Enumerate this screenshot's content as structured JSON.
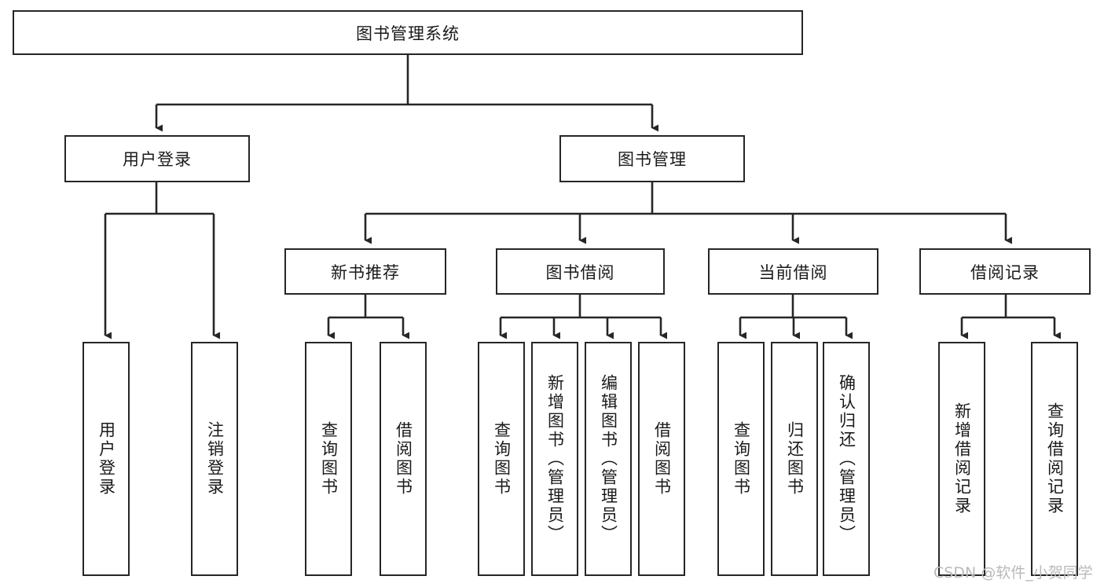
{
  "diagram": {
    "type": "tree-hierarchy-diagram",
    "title_node": "图书管理系统",
    "watermark": "CSDN @软件_小贺同学",
    "colors": {
      "box_border": "#262626",
      "box_fill": "#ffffff",
      "edge": "#262626",
      "text": "#1a1a1a",
      "watermark": "#b9b9b9",
      "background": "#ffffff"
    },
    "levels": {
      "root": {
        "label": "图书管理系统"
      },
      "level1": [
        {
          "id": "user-login",
          "label": "用户登录"
        },
        {
          "id": "book-management",
          "label": "图书管理"
        }
      ],
      "level2": [
        {
          "id": "new-book-recommend",
          "label": "新书推荐",
          "parent": "book-management"
        },
        {
          "id": "book-borrow",
          "label": "图书借阅",
          "parent": "book-management"
        },
        {
          "id": "current-borrow",
          "label": "当前借阅",
          "parent": "book-management"
        },
        {
          "id": "borrow-record",
          "label": "借阅记录",
          "parent": "book-management"
        }
      ],
      "leaves": {
        "user-login": [
          {
            "id": "leaf-user-login",
            "label": "用户登录"
          },
          {
            "id": "leaf-logout-login",
            "label": "注销登录"
          }
        ],
        "new-book-recommend": [
          {
            "id": "leaf-query-book-1",
            "label": "查询图书"
          },
          {
            "id": "leaf-borrow-book-1",
            "label": "借阅图书"
          }
        ],
        "book-borrow": [
          {
            "id": "leaf-query-book-2",
            "label": "查询图书"
          },
          {
            "id": "leaf-add-book",
            "label": "新增图书（管理员）"
          },
          {
            "id": "leaf-edit-book",
            "label": "编辑图书（管理员）"
          },
          {
            "id": "leaf-borrow-book-2",
            "label": "借阅图书"
          }
        ],
        "current-borrow": [
          {
            "id": "leaf-query-book-3",
            "label": "查询图书"
          },
          {
            "id": "leaf-return-book",
            "label": "归还图书"
          },
          {
            "id": "leaf-confirm-return",
            "label": "确认归还（管理员）"
          }
        ],
        "borrow-record": [
          {
            "id": "leaf-add-borrow-record",
            "label": "新增借阅记录"
          },
          {
            "id": "leaf-query-borrow-record",
            "label": "查询借阅记录"
          }
        ]
      }
    }
  }
}
